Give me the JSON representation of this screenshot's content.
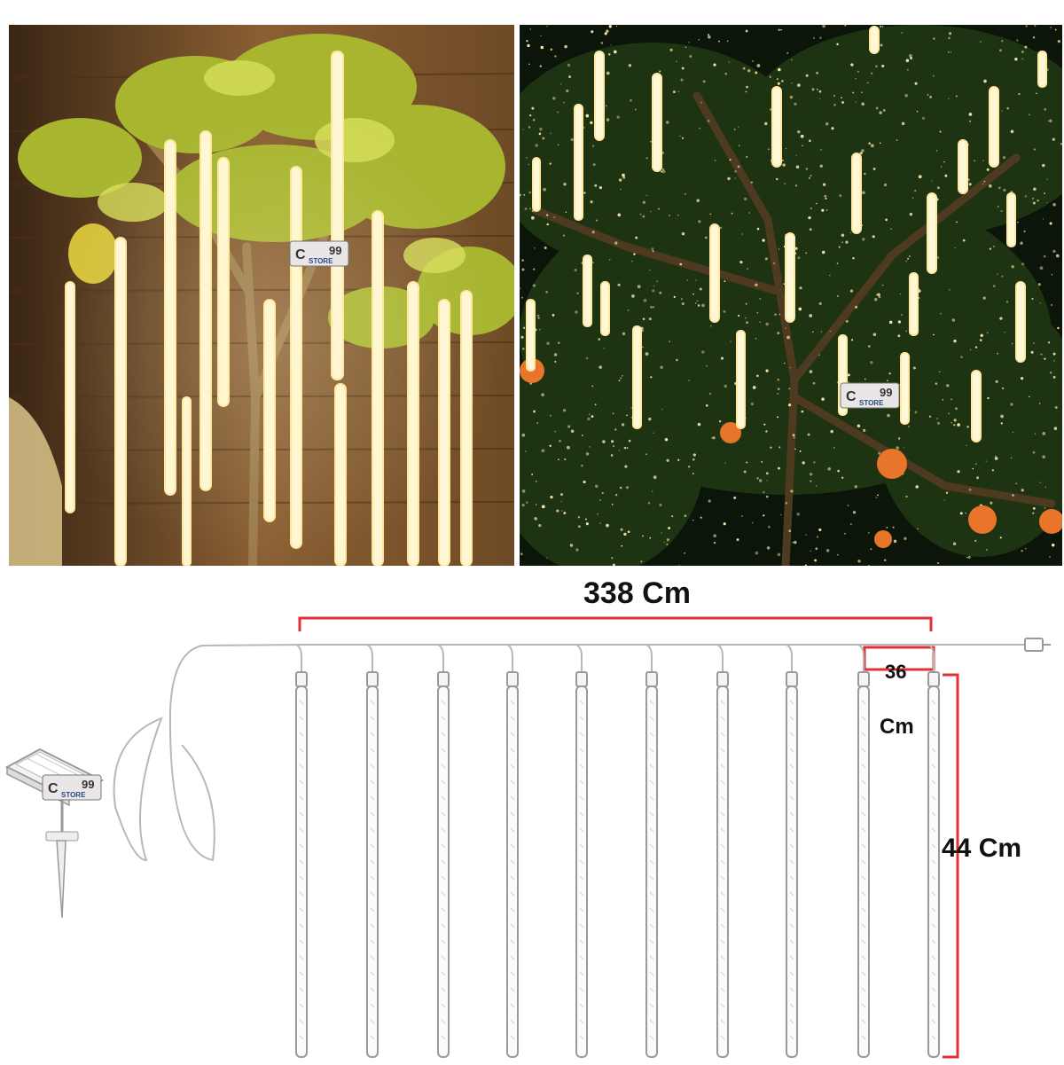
{
  "brand": {
    "logo_text_left": "C",
    "logo_text_store": "STORE",
    "logo_text_right": "99"
  },
  "diagram": {
    "total_width_label": "338 Cm",
    "spacing_label_line1": "36",
    "spacing_label_line2": "Cm",
    "tube_length_label": "44 Cm"
  },
  "colors": {
    "dimension_line": "#e0303a",
    "wire": "#b8b8b8",
    "warm_light": "#fff2c4"
  },
  "icons": [
    "solar-panel-icon",
    "plug-connector-icon"
  ]
}
